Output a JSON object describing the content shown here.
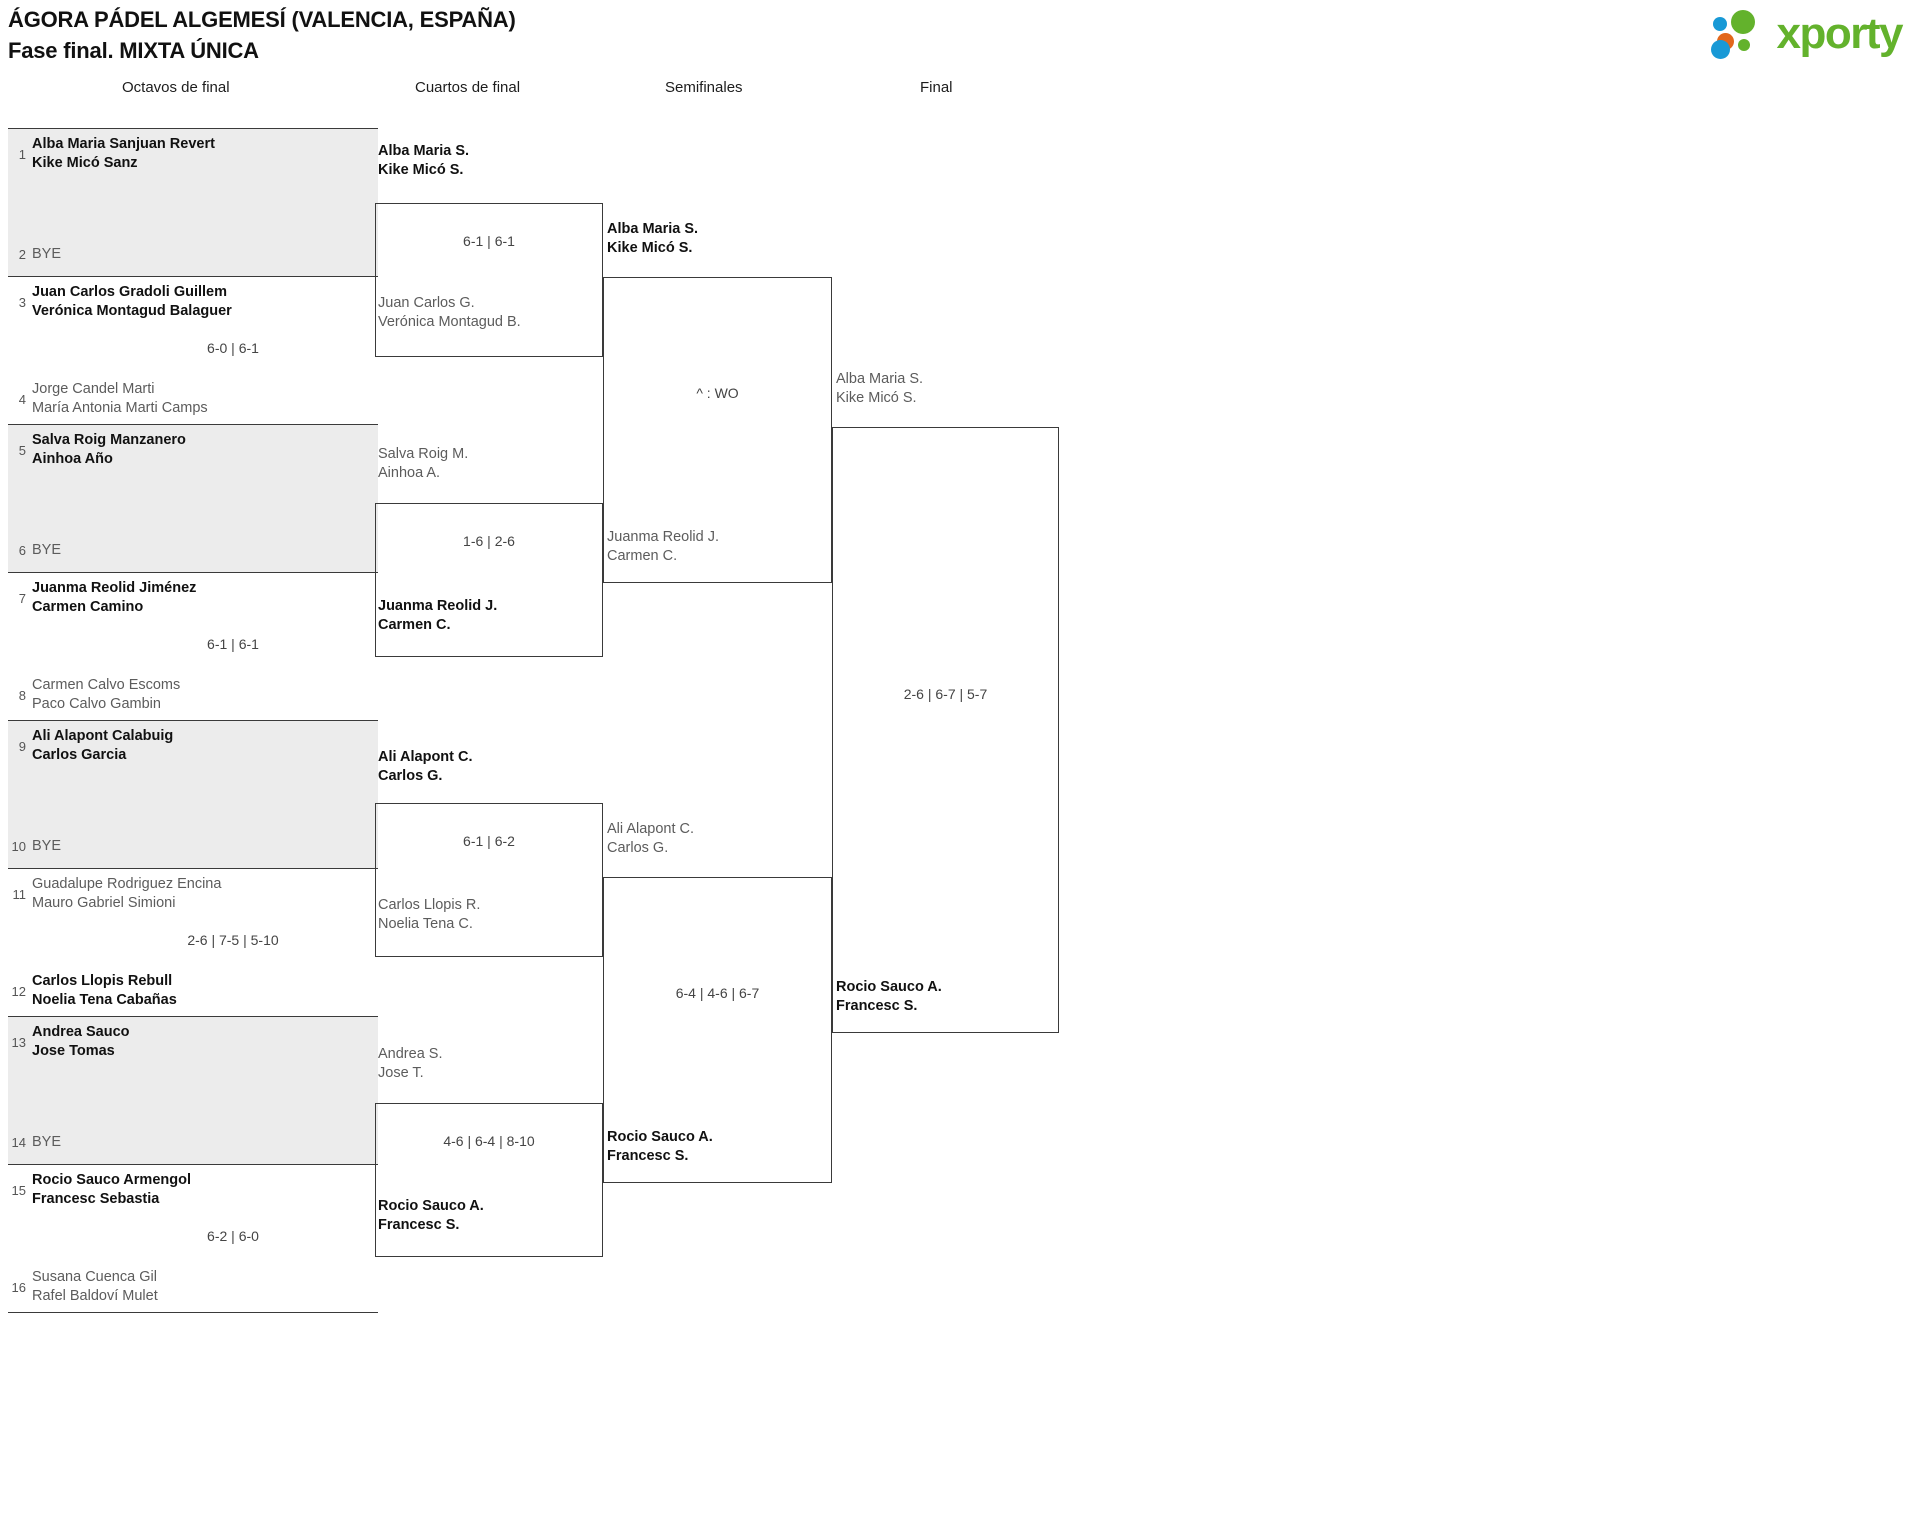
{
  "header": {
    "title_line1": "ÁGORA PÁDEL ALGEMESÍ (VALENCIA, ESPAÑA)",
    "title_line2": "Fase final. MIXTA ÚNICA",
    "logo_text": "xporty",
    "logo_colors": {
      "green": "#63b22c",
      "blue": "#1899d6",
      "orange": "#e2671c"
    }
  },
  "columns": [
    {
      "label": "Octavos de final"
    },
    {
      "label": "Cuartos de final"
    },
    {
      "label": "Semifinales"
    },
    {
      "label": "Final"
    }
  ],
  "round16": [
    {
      "seed_top": "1",
      "top": "Alba Maria Sanjuan Revert\nKike Micó Sanz",
      "top_state": "win",
      "seed_bot": "2",
      "bottom": "BYE",
      "bottom_state": "bye",
      "score": ""
    },
    {
      "seed_top": "3",
      "top": "Juan Carlos Gradoli Guillem\nVerónica Montagud Balaguer",
      "top_state": "win",
      "seed_bot": "4",
      "bottom": "Jorge Candel Marti\nMaría Antonia Marti Camps",
      "bottom_state": "lose",
      "score": "6-0 | 6-1"
    },
    {
      "seed_top": "5",
      "top": "Salva Roig Manzanero\nAinhoa Año",
      "top_state": "win",
      "seed_bot": "6",
      "bottom": "BYE",
      "bottom_state": "bye",
      "score": ""
    },
    {
      "seed_top": "7",
      "top": "Juanma Reolid Jiménez\nCarmen Camino",
      "top_state": "win",
      "seed_bot": "8",
      "bottom": "Carmen Calvo Escoms\nPaco Calvo Gambin",
      "bottom_state": "lose",
      "score": "6-1 | 6-1"
    },
    {
      "seed_top": "9",
      "top": "Ali Alapont Calabuig\nCarlos Garcia",
      "top_state": "win",
      "seed_bot": "10",
      "bottom": "BYE",
      "bottom_state": "bye",
      "score": ""
    },
    {
      "seed_top": "11",
      "top": "Guadalupe Rodriguez Encina\nMauro Gabriel Simioni",
      "top_state": "lose",
      "seed_bot": "12",
      "bottom": "Carlos Llopis Rebull\nNoelia Tena Cabañas",
      "bottom_state": "win",
      "score": "2-6 | 7-5 | 5-10"
    },
    {
      "seed_top": "13",
      "top": "Andrea Sauco\nJose Tomas",
      "top_state": "win",
      "seed_bot": "14",
      "bottom": "BYE",
      "bottom_state": "bye",
      "score": ""
    },
    {
      "seed_top": "15",
      "top": "Rocio Sauco Armengol\nFrancesc Sebastia",
      "top_state": "win",
      "seed_bot": "16",
      "bottom": "Susana Cuenca Gil\nRafel Baldoví Mulet",
      "bottom_state": "lose",
      "score": "6-2 | 6-0"
    }
  ],
  "quarterfinals": [
    {
      "top": "Alba Maria S.\nKike Micó S.",
      "top_state": "win",
      "bottom": "Juan Carlos G.\nVerónica Montagud B.",
      "bottom_state": "lose",
      "score": "6-1 | 6-1"
    },
    {
      "top": "Salva Roig M.\nAinhoa A.",
      "top_state": "lose",
      "bottom": "Juanma Reolid J.\nCarmen C.",
      "bottom_state": "win",
      "score": "1-6 | 2-6"
    },
    {
      "top": "Ali Alapont C.\nCarlos G.",
      "top_state": "win",
      "bottom": "Carlos Llopis R.\nNoelia Tena C.",
      "bottom_state": "lose",
      "score": "6-1 | 6-2"
    },
    {
      "top": "Andrea S.\nJose T.",
      "top_state": "lose",
      "bottom": "Rocio Sauco A.\nFrancesc S.",
      "bottom_state": "win",
      "score": "4-6 | 6-4 | 8-10"
    }
  ],
  "semifinals": [
    {
      "top": "Alba Maria S.\nKike Micó S.",
      "top_state": "win",
      "bottom": "Juanma Reolid J.\nCarmen C.",
      "bottom_state": "lose",
      "score": "^ : WO"
    },
    {
      "top": "Ali Alapont C.\nCarlos G.",
      "top_state": "lose",
      "bottom": "Rocio Sauco A.\nFrancesc S.",
      "bottom_state": "win",
      "score": "6-4 | 4-6 | 6-7"
    }
  ],
  "final": [
    {
      "top": "Alba Maria S.\nKike Micó S.",
      "top_state": "lose",
      "bottom": "Rocio Sauco A.\nFrancesc S.",
      "bottom_state": "win",
      "score": "2-6 | 6-7 | 5-7"
    }
  ]
}
